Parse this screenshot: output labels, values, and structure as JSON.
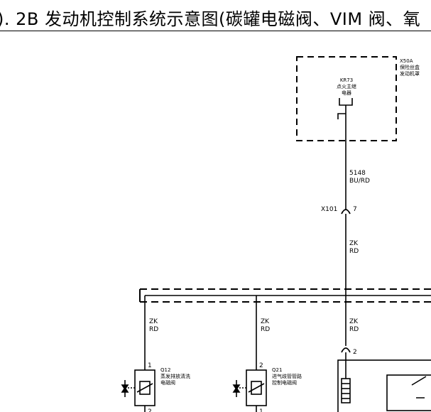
{
  "title": "). 2B 发动机控制系统示意图(碳罐电磁阀、VIM 阀、氧",
  "fuse_box": {
    "id": "X50A",
    "line1": "保险丝盒",
    "line2": "发动机罩"
  },
  "relay": {
    "id": "KR73",
    "line1": "点火主继",
    "line2": "电器"
  },
  "wire_main": {
    "circuit": "5148",
    "color": "BU/RD"
  },
  "connector": {
    "id": "X101",
    "pin": "7"
  },
  "wire_zk_1": {
    "color_a": "ZK",
    "color_b": "RD"
  },
  "wire_zk_2": {
    "color_a": "ZK",
    "color_b": "RD"
  },
  "wire_zk_3": {
    "color_a": "ZK",
    "color_b": "RD"
  },
  "wire_zk_4": {
    "color_a": "ZK",
    "color_b": "RD"
  },
  "q12": {
    "id": "Q12",
    "line1": "蒸发排放清洗",
    "line2": "电磁阀",
    "pin_top": "1",
    "pin_bottom": "2"
  },
  "q21": {
    "id": "Q21",
    "line1": "进气歧管管路",
    "line2": "控制电磁阀",
    "pin_top": "2",
    "pin_bottom": "1"
  },
  "right_component": {
    "pin_top": "2"
  }
}
